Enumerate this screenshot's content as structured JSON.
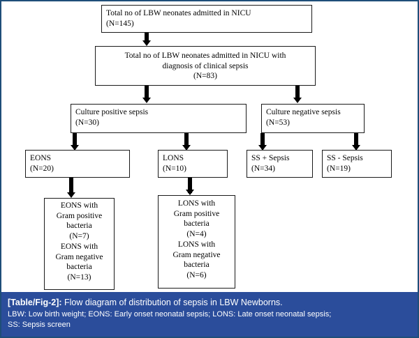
{
  "figure": {
    "border_color": "#1f4e79",
    "caption_bg": "#2b4d9b"
  },
  "diagram": {
    "type": "flowchart",
    "nodes": [
      {
        "id": "total-admitted",
        "text": "Total no of LBW neonates admitted in NICU\n(N=145)",
        "label": "Total no of LBW neonates admitted in NICU",
        "n": "(N=145)",
        "count": 145
      },
      {
        "id": "clinical-sepsis",
        "text": "Total no of LBW neonates admitted in NICU with\ndiagnosis of clinical sepsis\n(N=83)",
        "label": "Total no of LBW neonates admitted in NICU with diagnosis of clinical sepsis",
        "n": "(N=83)",
        "count": 83
      },
      {
        "id": "culture-positive",
        "text": "Culture positive sepsis\n(N=30)",
        "label": "Culture positive sepsis",
        "n": "(N=30)",
        "count": 30
      },
      {
        "id": "culture-negative",
        "text": "Culture negative sepsis\n(N=53)",
        "label": "Culture negative sepsis",
        "n": "(N=53)",
        "count": 53
      },
      {
        "id": "eons",
        "text": "EONS\n(N=20)",
        "label": "EONS",
        "n": "(N=20)",
        "count": 20
      },
      {
        "id": "lons",
        "text": "LONS\n(N=10)",
        "label": "LONS",
        "n": "(N=10)",
        "count": 10
      },
      {
        "id": "ss-plus-sepsis",
        "text": "SS + Sepsis\n(N=34)",
        "label": "SS + Sepsis",
        "n": "(N=34)",
        "count": 34
      },
      {
        "id": "ss-minus-sepsis",
        "text": "SS - Sepsis\n(N=19)",
        "label": "SS - Sepsis",
        "n": "(N=19)",
        "count": 19
      },
      {
        "id": "eons-detail",
        "text": "EONS with\nGram positive\nbacteria\n(N=7)\nEONS with\nGram negative\nbacteria\n(N=13)",
        "label": "EONS with Gram positive bacteria / EONS with Gram negative bacteria",
        "gram_positive": 7,
        "gram_negative": 13
      },
      {
        "id": "lons-detail",
        "text": "LONS with\nGram positive\nbacteria\n(N=4)\nLONS with\nGram negative\nbacteria\n(N=6)",
        "label": "LONS with Gram positive bacteria / LONS with Gram negative bacteria",
        "gram_positive": 4,
        "gram_negative": 6
      }
    ]
  },
  "caption": {
    "tag": "[Table/Fig-2]:",
    "title": " Flow diagram of distribution of sepsis in LBW Newborns.",
    "abbrev_line1": "LBW: Low birth weight; EONS: Early onset neonatal sepsis; LONS: Late onset neonatal sepsis;",
    "abbrev_line2": "SS: Sepsis screen"
  }
}
